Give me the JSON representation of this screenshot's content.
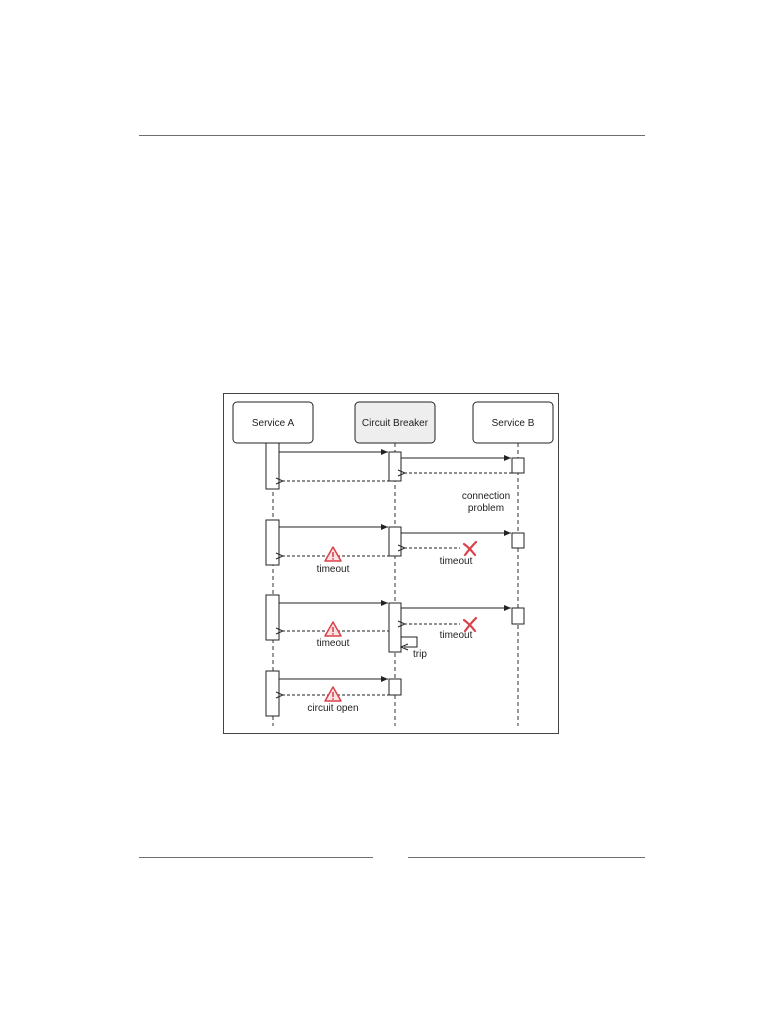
{
  "diagram": {
    "participants": [
      {
        "id": "service_a",
        "label": "Service A",
        "highlight": false
      },
      {
        "id": "circuit_breaker",
        "label": "Circuit Breaker",
        "highlight": true
      },
      {
        "id": "service_b",
        "label": "Service B",
        "highlight": false
      }
    ],
    "labels": {
      "connection_problem_line1": "connection",
      "connection_problem_line2": "problem",
      "timeout_1a": "timeout",
      "timeout_1b": "timeout",
      "timeout_2a": "timeout",
      "timeout_2b": "timeout",
      "trip": "trip",
      "circuit_open": "circuit open"
    },
    "colors": {
      "stroke": "#222222",
      "highlight_fill": "#eeeeee",
      "warning": "#d9414b",
      "rule": "#6e6e6e"
    },
    "icons": {
      "warning": "warning-triangle-icon",
      "failure": "red-x-icon"
    }
  }
}
